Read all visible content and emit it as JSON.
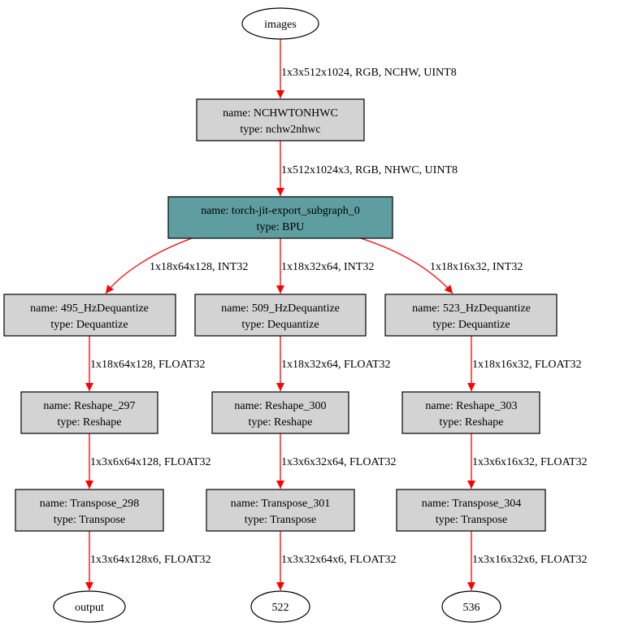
{
  "graph": {
    "colors": {
      "edge": "#ff0000",
      "op_fill": "#d3d3d3",
      "bpu_fill": "#5f9ea0",
      "border": "#000000"
    },
    "nodes": {
      "images": {
        "label": "images"
      },
      "nchw": {
        "name": "name: NCHWTONHWC",
        "type": "type: nchw2nhwc"
      },
      "bpu": {
        "name": "name: torch-jit-export_subgraph_0",
        "type": "type: BPU"
      },
      "deq495": {
        "name": "name: 495_HzDequantize",
        "type": "type: Dequantize"
      },
      "deq509": {
        "name": "name: 509_HzDequantize",
        "type": "type: Dequantize"
      },
      "deq523": {
        "name": "name: 523_HzDequantize",
        "type": "type: Dequantize"
      },
      "reshape297": {
        "name": "name: Reshape_297",
        "type": "type: Reshape"
      },
      "reshape300": {
        "name": "name: Reshape_300",
        "type": "type: Reshape"
      },
      "reshape303": {
        "name": "name: Reshape_303",
        "type": "type: Reshape"
      },
      "transpose298": {
        "name": "name: Transpose_298",
        "type": "type: Transpose"
      },
      "transpose301": {
        "name": "name: Transpose_301",
        "type": "type: Transpose"
      },
      "transpose304": {
        "name": "name: Transpose_304",
        "type": "type: Transpose"
      },
      "output": {
        "label": "output"
      },
      "out522": {
        "label": "522"
      },
      "out536": {
        "label": "536"
      }
    },
    "edges": {
      "images_nchw": "1x3x512x1024, RGB, NCHW, UINT8",
      "nchw_bpu": "1x512x1024x3, RGB, NHWC, UINT8",
      "bpu_deq495": "1x18x64x128, INT32",
      "bpu_deq509": "1x18x32x64, INT32",
      "bpu_deq523": "1x18x16x32, INT32",
      "deq495_reshape297": "1x18x64x128, FLOAT32",
      "deq509_reshape300": "1x18x32x64, FLOAT32",
      "deq523_reshape303": "1x18x16x32, FLOAT32",
      "reshape297_transpose298": "1x3x6x64x128, FLOAT32",
      "reshape300_transpose301": "1x3x6x32x64, FLOAT32",
      "reshape303_transpose304": "1x3x6x16x32, FLOAT32",
      "transpose298_output": "1x3x64x128x6, FLOAT32",
      "transpose301_522": "1x3x32x64x6, FLOAT32",
      "transpose304_536": "1x3x16x32x6, FLOAT32"
    }
  }
}
